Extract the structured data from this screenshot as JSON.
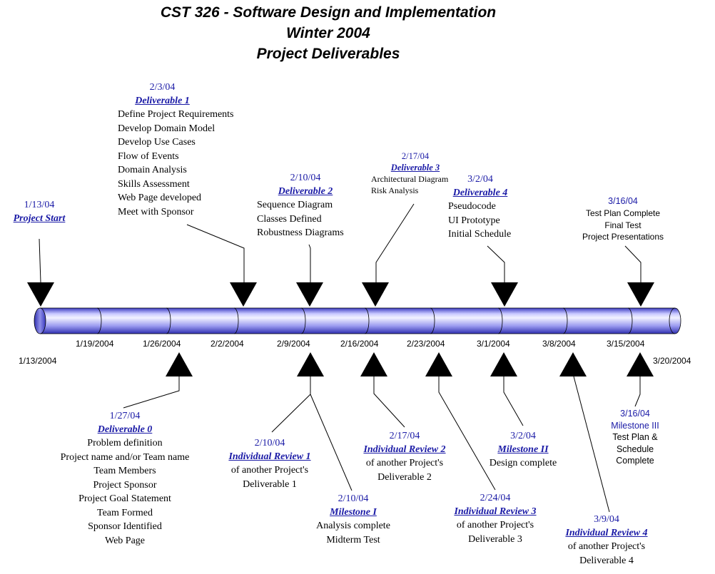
{
  "title": {
    "line1": "CST 326 - Software Design and Implementation",
    "line2": "Winter 2004",
    "line3": "Project Deliverables"
  },
  "axis": {
    "start_label": "1/13/2004",
    "end_label": "3/20/2004",
    "ticks": [
      "1/19/2004",
      "1/26/2004",
      "2/2/2004",
      "2/9/2004",
      "2/16/2004",
      "2/23/2004",
      "3/1/2004",
      "3/8/2004",
      "3/15/2004"
    ]
  },
  "above": [
    {
      "date": "1/13/04",
      "heading": "Project Start",
      "items": []
    },
    {
      "date": "2/3/04",
      "heading": "Deliverable 1",
      "items": [
        "Define Project Requirements",
        "Develop Domain Model",
        "Develop Use Cases",
        "Flow of Events",
        "Domain Analysis",
        "Skills Assessment",
        "Web Page developed",
        "Meet with Sponsor"
      ]
    },
    {
      "date": "2/10/04",
      "heading": "Deliverable 2",
      "items": [
        "Sequence Diagram",
        "Classes Defined",
        "Robustness Diagrams"
      ]
    },
    {
      "date": "2/17/04",
      "heading": "Deliverable 3",
      "items": [
        "Architectural Diagram",
        "Risk Analysis"
      ]
    },
    {
      "date": "3/2/04",
      "heading": "Deliverable 4",
      "items": [
        "Pseudocode",
        "UI Prototype",
        "Initial Schedule"
      ]
    },
    {
      "date": "3/16/04",
      "heading": "",
      "items": [
        "Test Plan Complete",
        "Final Test",
        "Project Presentations"
      ]
    }
  ],
  "below": [
    {
      "date": "1/27/04",
      "heading": "Deliverable 0",
      "items": [
        "Problem definition",
        "Project name and/or Team name",
        "Team Members",
        "Project Sponsor",
        "Project Goal Statement",
        "Team Formed",
        "Sponsor Identified",
        "Web Page"
      ]
    },
    {
      "date": "2/10/04",
      "heading": "Individual Review 1",
      "items": [
        "of another Project's",
        "Deliverable 1"
      ]
    },
    {
      "date": "2/10/04",
      "heading": "Milestone I",
      "items": [
        "Analysis complete",
        "Midterm Test"
      ]
    },
    {
      "date": "2/17/04",
      "heading": "Individual Review 2",
      "items": [
        "of another Project's",
        "Deliverable 2"
      ]
    },
    {
      "date": "3/2/04",
      "heading": "Milestone II",
      "items": [
        "Design complete"
      ]
    },
    {
      "date": "2/24/04",
      "heading": "Individual Review 3",
      "items": [
        "of another Project's",
        "Deliverable 3"
      ]
    },
    {
      "date": "3/9/04",
      "heading": "Individual Review 4",
      "items": [
        "of another Project's",
        "Deliverable 4"
      ]
    },
    {
      "date": "3/16/04",
      "heading": "Milestone III",
      "items": [
        "Test Plan &",
        "Schedule",
        "Complete"
      ]
    }
  ],
  "colors": {
    "bar_light": "#e6e6ff",
    "bar_mid": "#9a9af0",
    "bar_dark": "#3c3cc8",
    "heading": "#1a1aa6"
  }
}
